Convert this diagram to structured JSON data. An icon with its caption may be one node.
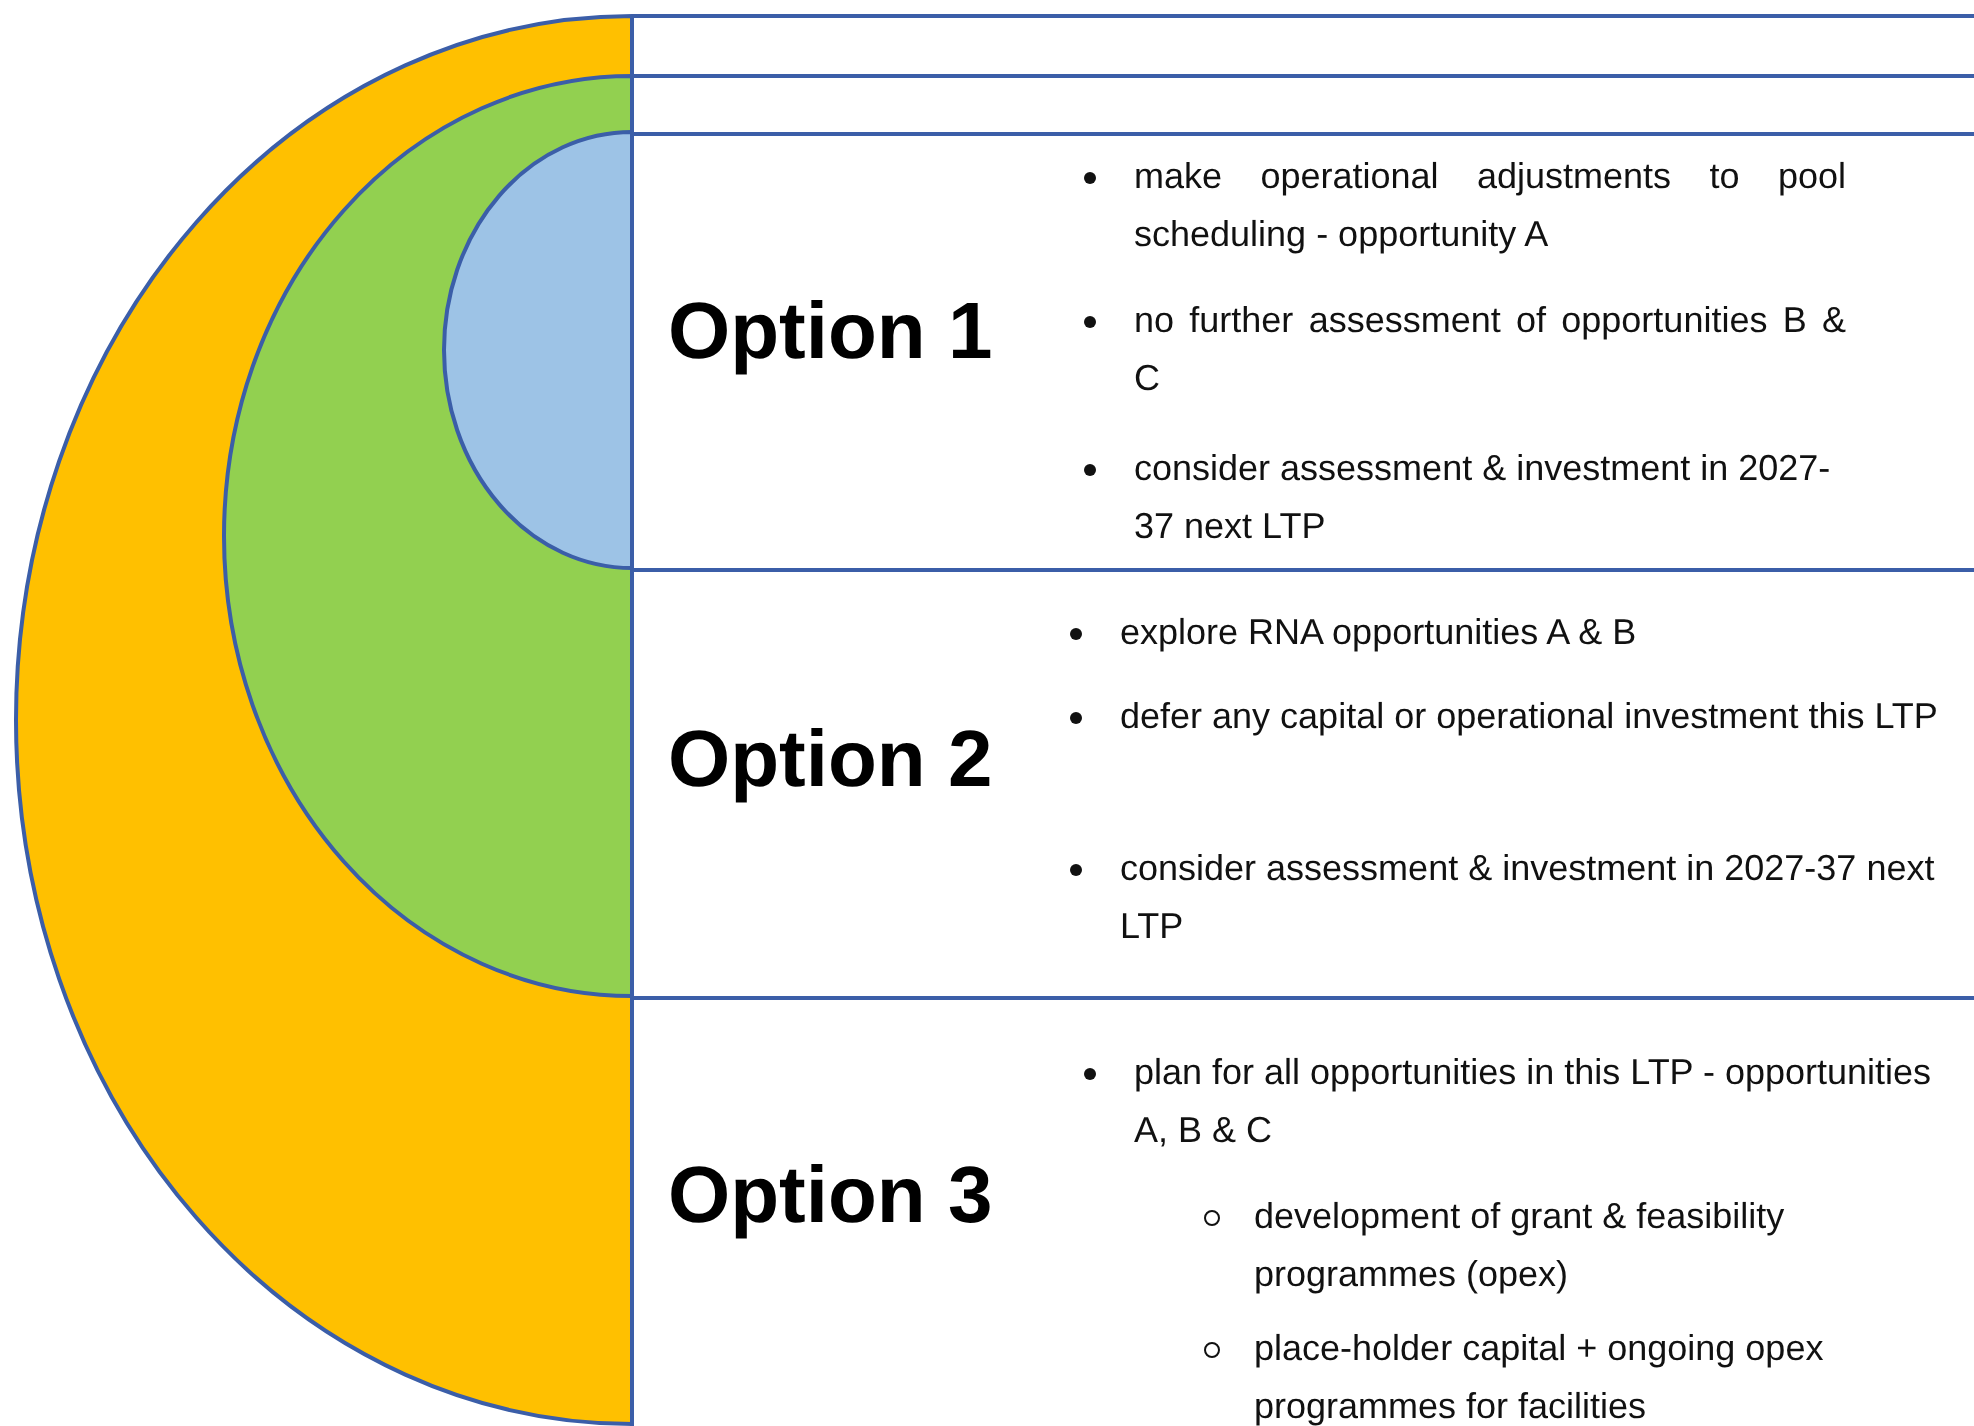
{
  "diagram": {
    "nodes": [
      {
        "text": [
          "Option 1",
          "make operational adjustments to pool scheduling - opportunity A",
          "no further assessment of opportunities B & C",
          "consider assessment & investment in 2027-37 next LTP"
        ]
      },
      {
        "text": [
          "Option 2",
          "explore RNA opportunities A & B",
          "defer any capital or operational investment this LTP",
          "consider assessment & investment in 2027-37 next LTP"
        ]
      },
      {
        "text": [
          "Option 3",
          "plan for all opportunities in this LTP - opportunities A, B & C",
          "development of grant & feasibility programmes (opex)",
          "place-holder capital + ongoing opex programmes for facilities"
        ]
      }
    ]
  }
}
